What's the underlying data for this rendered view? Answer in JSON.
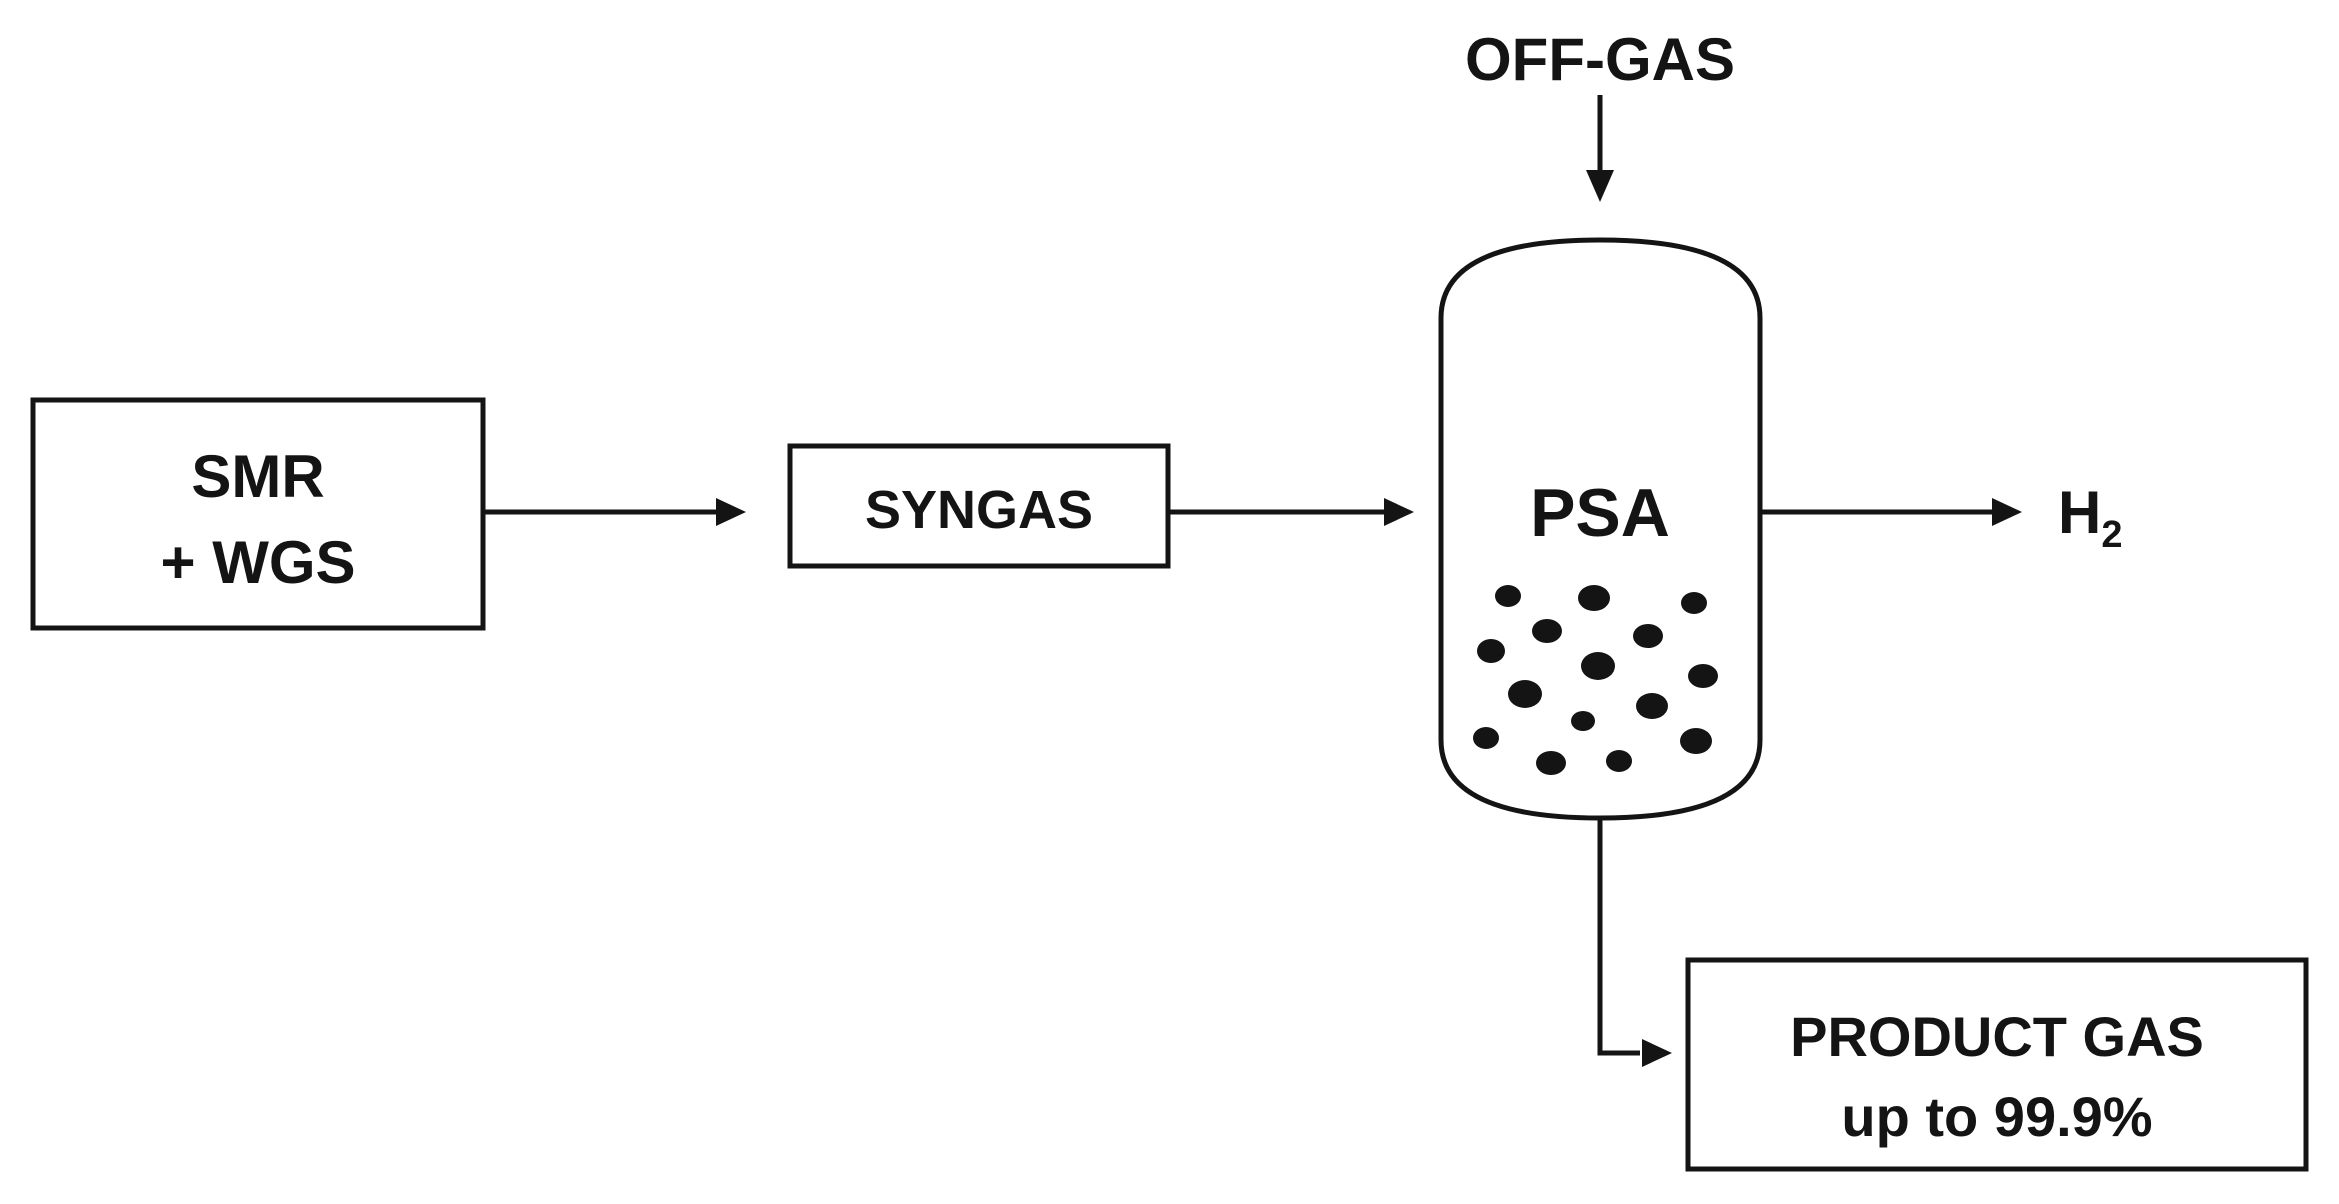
{
  "diagram": {
    "smr_box": {
      "line1": "SMR",
      "line2": "+ WGS"
    },
    "syngas_box": {
      "label": "SYNGAS"
    },
    "psa_vessel": {
      "label": "PSA"
    },
    "off_gas": {
      "label": "OFF-GAS"
    },
    "h2_output": {
      "label": "H",
      "subscript": "2"
    },
    "product_box": {
      "line1": "PRODUCT GAS",
      "line2": "up to 99.9%"
    }
  },
  "colors": {
    "ink": "#141414",
    "background": "#ffffff"
  }
}
